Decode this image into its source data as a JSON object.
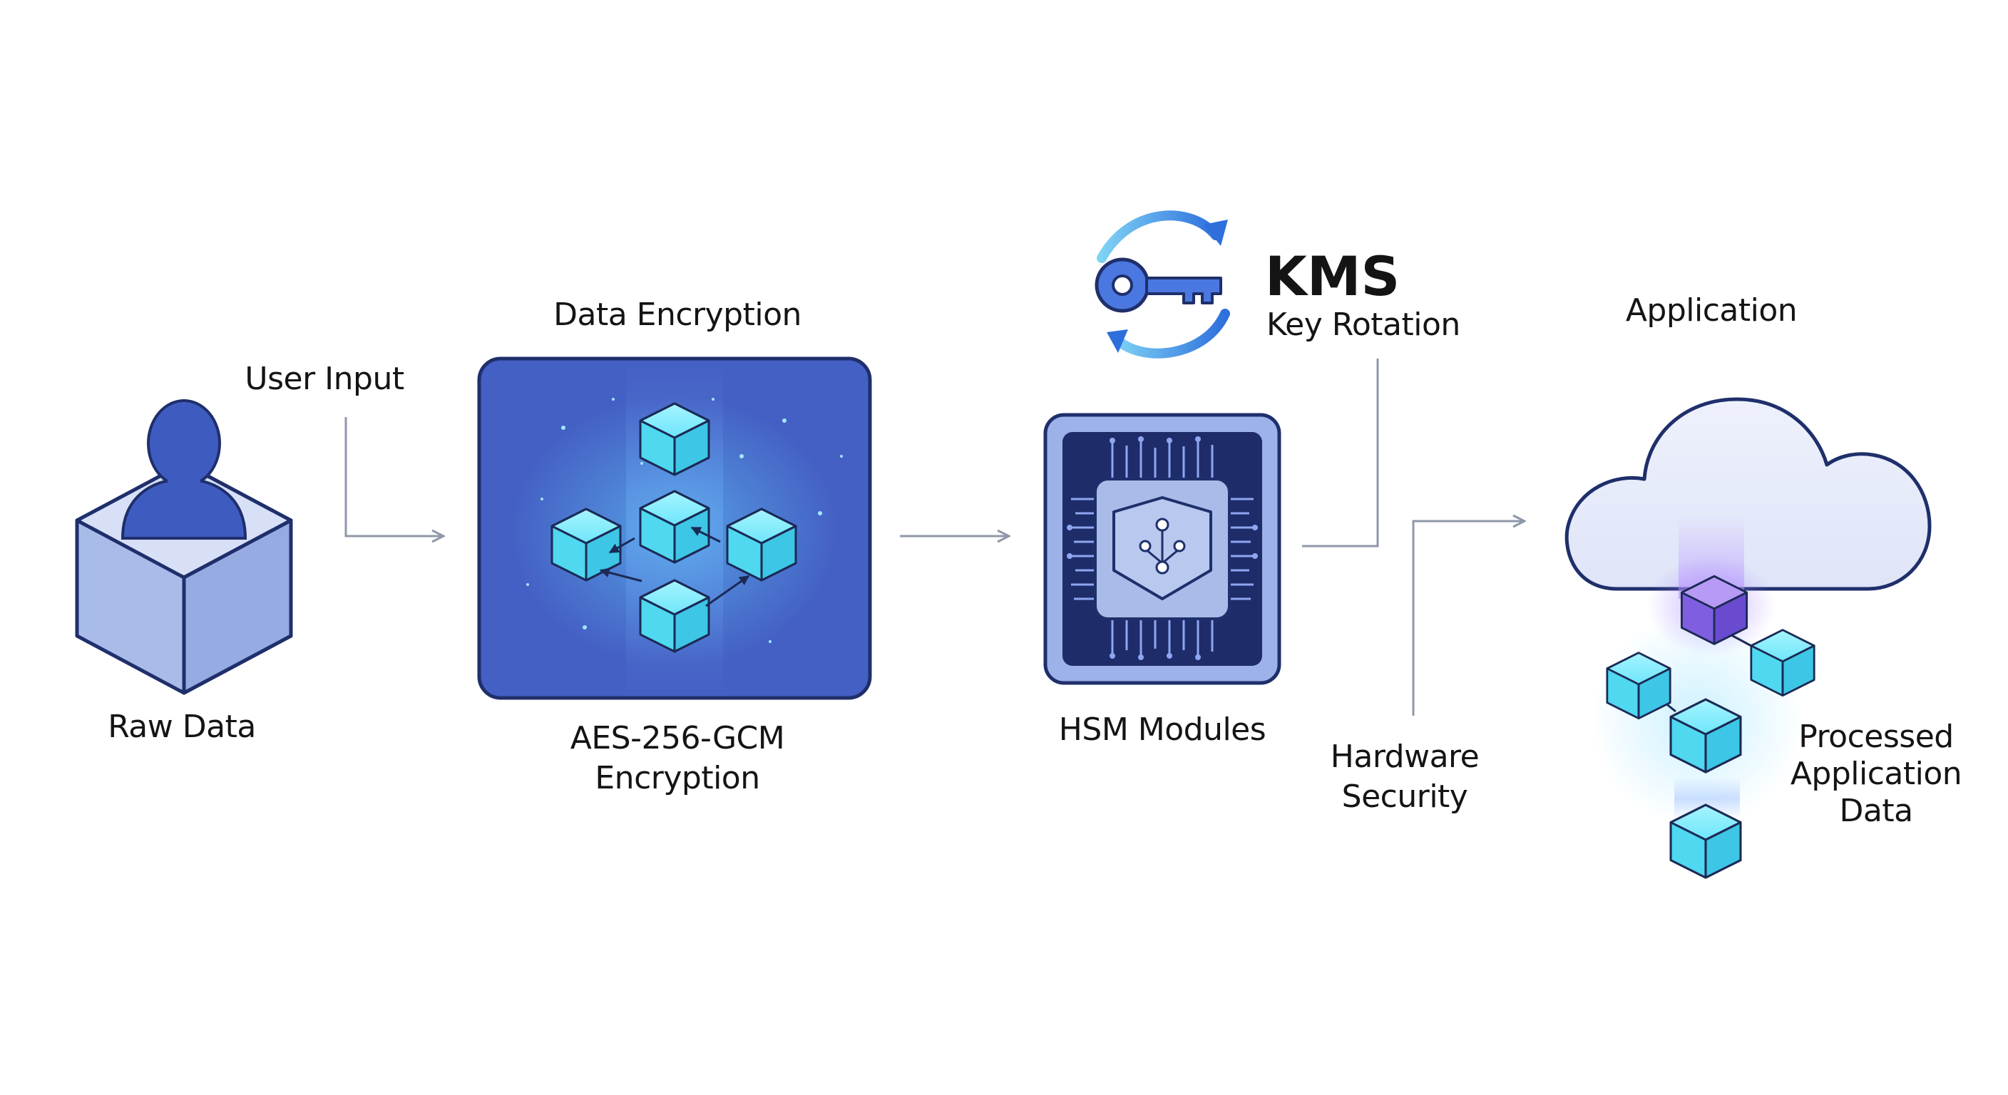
{
  "labels": {
    "user_input": "User Input",
    "raw_data": "Raw Data",
    "data_encryption": "Data Encryption",
    "aes_line1": "AES-256-GCM",
    "aes_line2": "Encryption",
    "kms": "KMS",
    "key_rotation": "Key Rotation",
    "hsm_modules": "HSM Modules",
    "hardware_line1": "Hardware",
    "hardware_line2": "Security",
    "application": "Application",
    "processed_line1": "Processed",
    "processed_line2": "Application",
    "processed_line3": "Data"
  },
  "icons": {
    "user": "user-box-icon",
    "encryption": "cube-cluster-icon",
    "key": "key-rotation-icon",
    "hsm": "hsm-chip-icon",
    "cloud": "cloud-icon"
  },
  "colors": {
    "primary": "#3e5cc0",
    "primary_dark": "#1f2f6b",
    "box_fill": "#a9bce9",
    "cube_cyan": "#55e0f5",
    "cube_purple": "#8a6ae6",
    "cloud_fill": "#e6ebfa",
    "arrow": "#8f97aa",
    "rotation_blue": "#3d7de0"
  }
}
